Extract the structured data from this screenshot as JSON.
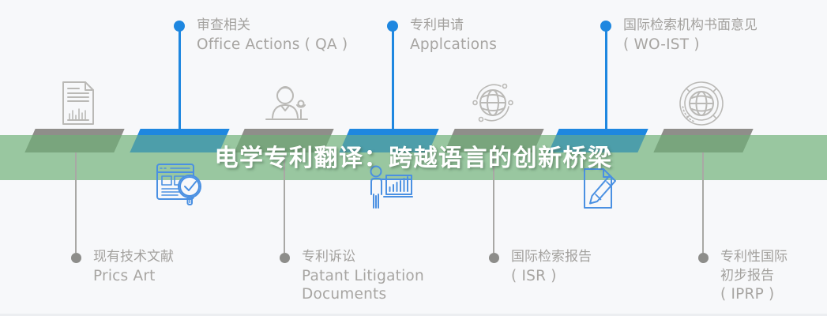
{
  "title": {
    "text": "电学专利翻译：跨越语言的创新桥梁",
    "color": "#ffffff"
  },
  "colors": {
    "background": "#f7f8fa",
    "band_green": "#99c7a0",
    "segment_gray": "#8f8e8a",
    "segment_dark_green": "#79a57d",
    "segment_blue": "#1e87e0",
    "segment_teal": "#4d9eaa",
    "connector_blue": "#1e87e0",
    "connector_gray": "#a9a8a5",
    "dot_gray": "#8d8d8a",
    "label_text": "#a3a19e",
    "icon_gray": "#bab9b6",
    "icon_blue": "#4a90e2"
  },
  "timeline": {
    "segment_variants": [
      "gray",
      "blue",
      "gray",
      "blue",
      "gray",
      "blue",
      "gray"
    ]
  },
  "milestones_top": [
    {
      "zh": "审查相关",
      "en": "Office Actions ( QA )",
      "icon": "search-check-browser-icon"
    },
    {
      "zh": "专利申请",
      "en": "Applcations",
      "icon": "presenter-chart-icon"
    },
    {
      "zh": "国际检索机构书面意见",
      "en": "( WO-IST )",
      "icon": "document-pen-icon"
    }
  ],
  "milestones_bottom": [
    {
      "zh": "现有技术文献",
      "en": "Prics Art",
      "icon": "document-chart-icon"
    },
    {
      "zh": "专利诉讼",
      "en": "Patant Litigation",
      "en2": "Documents",
      "icon": "examiner-desk-icon"
    },
    {
      "zh": "国际检索报告",
      "en": "( ISR )",
      "icon": "network-globe-icon"
    },
    {
      "zh": "专利性国际",
      "zh2": "初步报告",
      "en": "( IPRP )",
      "icon": "seal-globe-icon"
    }
  ]
}
